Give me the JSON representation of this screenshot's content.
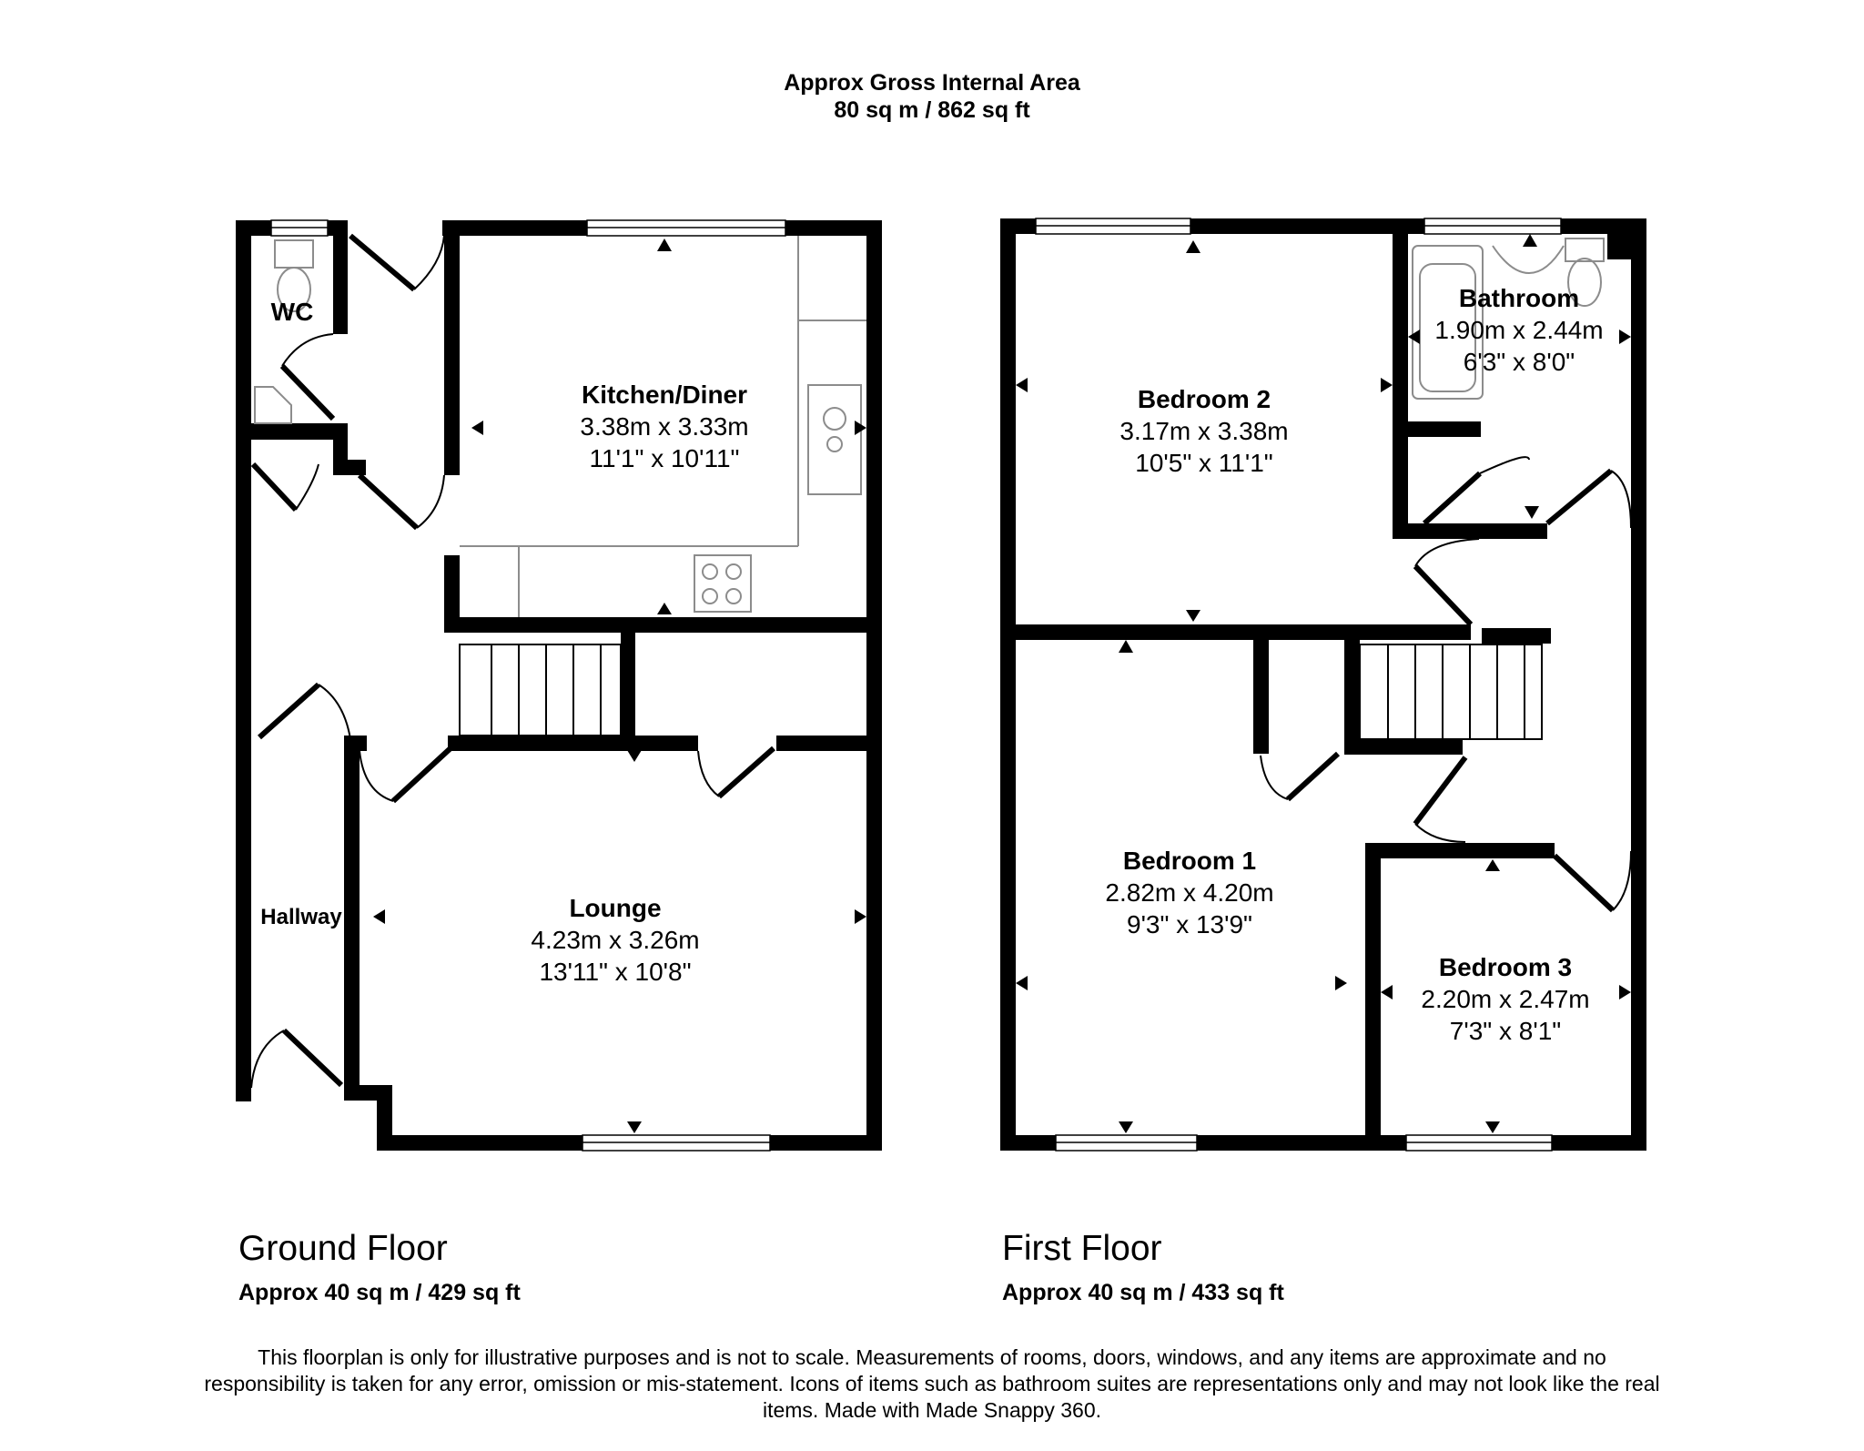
{
  "header": {
    "line1": "Approx Gross Internal Area",
    "line2": "80 sq m / 862 sq ft"
  },
  "ground_floor": {
    "name": "Ground Floor",
    "area": "Approx 40 sq m / 429 sq ft",
    "rooms": [
      {
        "name": "Kitchen/Diner",
        "metric": "3.38m x 3.33m",
        "imperial": "11'1\" x 10'11\""
      },
      {
        "name": "Lounge",
        "metric": "4.23m x 3.26m",
        "imperial": "13'11\" x 10'8\""
      },
      {
        "name": "WC"
      },
      {
        "name": "Hallway"
      }
    ]
  },
  "first_floor": {
    "name": "First Floor",
    "area": "Approx 40 sq m / 433 sq ft",
    "rooms": [
      {
        "name": "Bedroom 2",
        "metric": "3.17m x 3.38m",
        "imperial": "10'5\" x 11'1\""
      },
      {
        "name": "Bathroom",
        "metric": "1.90m x 2.44m",
        "imperial": "6'3\" x 8'0\""
      },
      {
        "name": "Bedroom 1",
        "metric": "2.82m x 4.20m",
        "imperial": "9'3\" x 13'9\""
      },
      {
        "name": "Bedroom 3",
        "metric": "2.20m x 2.47m",
        "imperial": "7'3\" x 8'1\""
      }
    ]
  },
  "disclaimer": "This floorplan is only for illustrative purposes and is not to scale. Measurements of rooms, doors, windows, and any items are approximate and no responsibility is taken for any error, omission or mis-statement. Icons of items such as bathroom suites are representations only and may not look like the real items. Made with Made Snappy 360.",
  "colors": {
    "wall": "#000000",
    "fixture": "#8c8c8c",
    "background": "#ffffff"
  }
}
